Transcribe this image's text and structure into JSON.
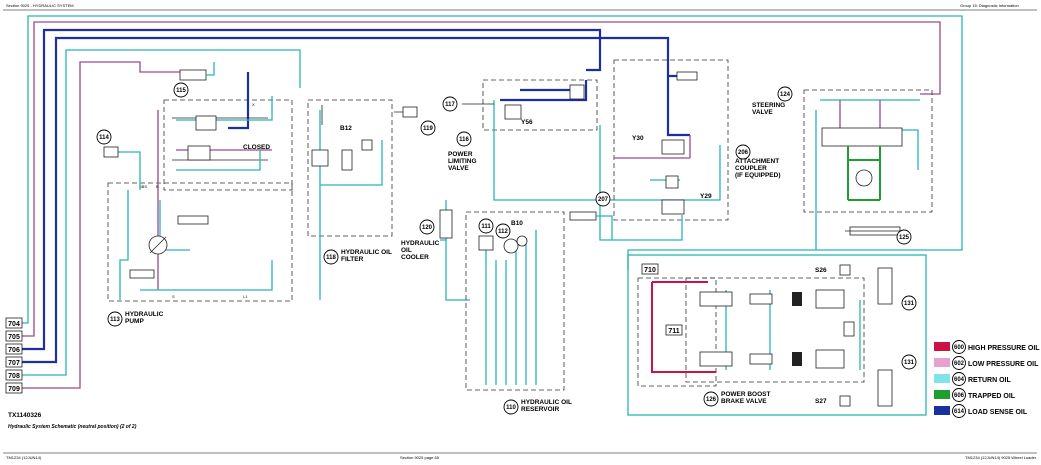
{
  "header": {
    "left": "Section 9025 - HYDRAULIC SYSTEM",
    "right": "Group 15: Diagnostic Information"
  },
  "figure_id": "TX1140326",
  "caption": "Hydraulic System Schematic (neutral position) (2 of 2)",
  "footer": {
    "left": "TM1234 (12JUN14)",
    "center": "Section 9025 page 65",
    "right": "TM1234 (12JUN14) 9025 Wheel Loader"
  },
  "line_numbers": [
    "704",
    "705",
    "706",
    "707",
    "708",
    "709"
  ],
  "components": {
    "c113": {
      "num": "113",
      "label": [
        "HYDRAULIC",
        "PUMP"
      ]
    },
    "c114": {
      "num": "114"
    },
    "c115": {
      "num": "115"
    },
    "c116": {
      "num": "116",
      "label": [
        "POWER",
        "LIMITING",
        "VALVE"
      ]
    },
    "c117": {
      "num": "117"
    },
    "c118": {
      "num": "118",
      "label": [
        "HYDRAULIC OIL",
        "FILTER"
      ]
    },
    "c119": {
      "num": "119"
    },
    "c120": {
      "num": "120",
      "label": [
        "HYDRAULIC",
        "OIL",
        "COOLER"
      ]
    },
    "c110": {
      "num": "110",
      "label": [
        "HYDRAULIC OIL",
        "RESERVOIR"
      ]
    },
    "c111": {
      "num": "111"
    },
    "c112": {
      "num": "112"
    },
    "c124": {
      "num": "124",
      "label": [
        "STEERING",
        "VALVE"
      ]
    },
    "c125": {
      "num": "125"
    },
    "c126": {
      "num": "126",
      "label": [
        "POWER BOOST",
        "BRAKE VALVE"
      ]
    },
    "c131a": {
      "num": "131"
    },
    "c131b": {
      "num": "131"
    },
    "c206": {
      "num": "206",
      "label": [
        "ATTACHMENT",
        "COUPLER",
        "(IF EQUIPPED)"
      ]
    },
    "c207": {
      "num": "207"
    },
    "c710": {
      "num": "710"
    },
    "c711": {
      "num": "711"
    }
  },
  "tags": {
    "closed": "CLOSED",
    "b12": "B12",
    "b10": "B10",
    "y56": "Y56",
    "y30": "Y30",
    "y29": "Y29",
    "s26": "S26",
    "s27": "S27",
    "sbs": "SBS",
    "b": "B",
    "s": "S",
    "l1": "L1",
    "x": "X"
  },
  "legend": [
    {
      "num": "600",
      "label": "HIGH PRESSURE OIL",
      "color": "#cc1147"
    },
    {
      "num": "602",
      "label": "LOW PRESSURE OIL",
      "color": "#e8a0d0"
    },
    {
      "num": "604",
      "label": "RETURN OIL",
      "color": "#7fe3ea"
    },
    {
      "num": "606",
      "label": "TRAPPED OIL",
      "color": "#1e9e2e"
    },
    {
      "num": "614",
      "label": "LOAD SENSE OIL",
      "color": "#1c2fa0"
    }
  ]
}
